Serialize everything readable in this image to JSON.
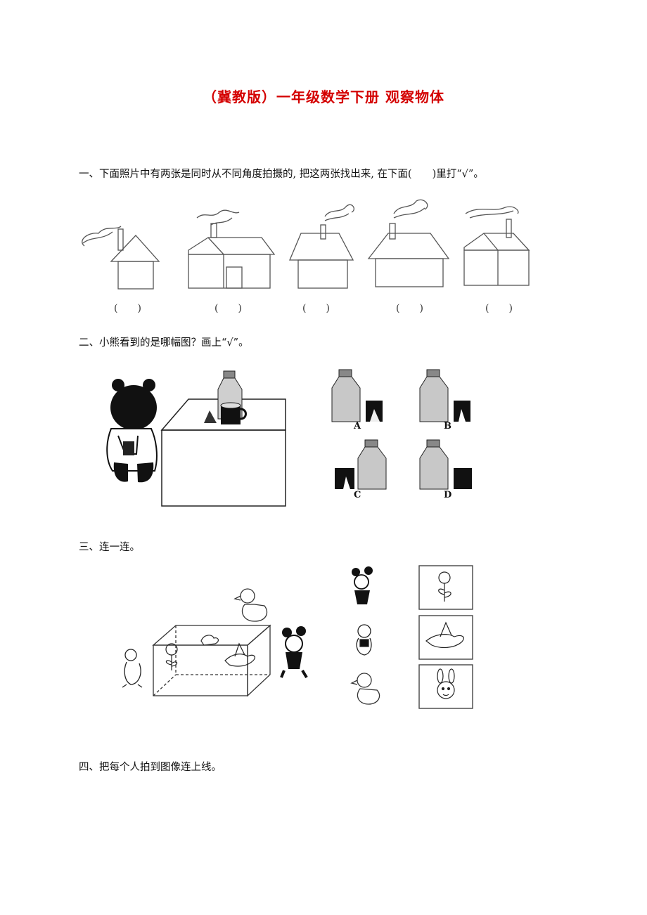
{
  "title": "（冀教版）一年级数学下册 观察物体",
  "q1": {
    "text": "一、下面照片中有两张是同时从不同角度拍摄的, 把这两张找出来, 在下面(　　)里打“√”。",
    "brackets": [
      "(　　)",
      "(　　)",
      "(　　)",
      "(　　)",
      "(　　)"
    ]
  },
  "q2": {
    "text": "二、小熊看到的是哪幅图？画上“√”。",
    "options": [
      "A",
      "B",
      "C",
      "D"
    ]
  },
  "q3": {
    "text": "三、连一连。"
  },
  "q4": {
    "text": "四、把每个人拍到图像连上线。"
  },
  "icons": [
    "house-icon",
    "bear-icon",
    "bottle-icon",
    "cup-icon",
    "box-icon",
    "mouse-icon",
    "duck-icon",
    "flower-icon",
    "bird-icon",
    "rabbit-icon"
  ]
}
